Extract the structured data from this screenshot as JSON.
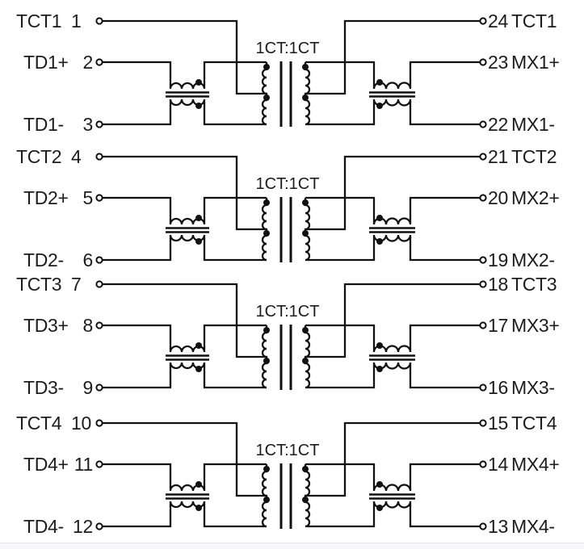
{
  "colors": {
    "background": "#ffffff",
    "line": "#111111",
    "text": "#1c1c1e",
    "separator": "#e7e7e9",
    "footer_background": "#f6f6f8"
  },
  "diagram": {
    "channels": [
      {
        "ratio": "1CT:1CT",
        "left": [
          {
            "name": "TCT1",
            "pin": "1"
          },
          {
            "name": "TD1+",
            "pin": "2"
          },
          {
            "name": "TD1-",
            "pin": "3"
          }
        ],
        "right": [
          {
            "pin": "24",
            "name": "TCT1"
          },
          {
            "pin": "23",
            "name": "MX1+"
          },
          {
            "pin": "22",
            "name": "MX1-"
          }
        ]
      },
      {
        "ratio": "1CT:1CT",
        "left": [
          {
            "name": "TCT2",
            "pin": "4"
          },
          {
            "name": "TD2+",
            "pin": "5"
          },
          {
            "name": "TD2-",
            "pin": "6"
          }
        ],
        "right": [
          {
            "pin": "21",
            "name": "TCT2"
          },
          {
            "pin": "20",
            "name": "MX2+"
          },
          {
            "pin": "19",
            "name": "MX2-"
          }
        ]
      },
      {
        "ratio": "1CT:1CT",
        "left": [
          {
            "name": "TCT3",
            "pin": "7"
          },
          {
            "name": "TD3+",
            "pin": "8"
          },
          {
            "name": "TD3-",
            "pin": "9"
          }
        ],
        "right": [
          {
            "pin": "18",
            "name": "TCT3"
          },
          {
            "pin": "17",
            "name": "MX3+"
          },
          {
            "pin": "16",
            "name": "MX3-"
          }
        ]
      },
      {
        "ratio": "1CT:1CT",
        "left": [
          {
            "name": "TCT4",
            "pin": "10"
          },
          {
            "name": "TD4+",
            "pin": "11"
          },
          {
            "name": "TD4-",
            "pin": "12"
          }
        ],
        "right": [
          {
            "pin": "15",
            "name": "TCT4"
          },
          {
            "pin": "14",
            "name": "MX4+"
          },
          {
            "pin": "13",
            "name": "MX4-"
          }
        ]
      }
    ]
  }
}
